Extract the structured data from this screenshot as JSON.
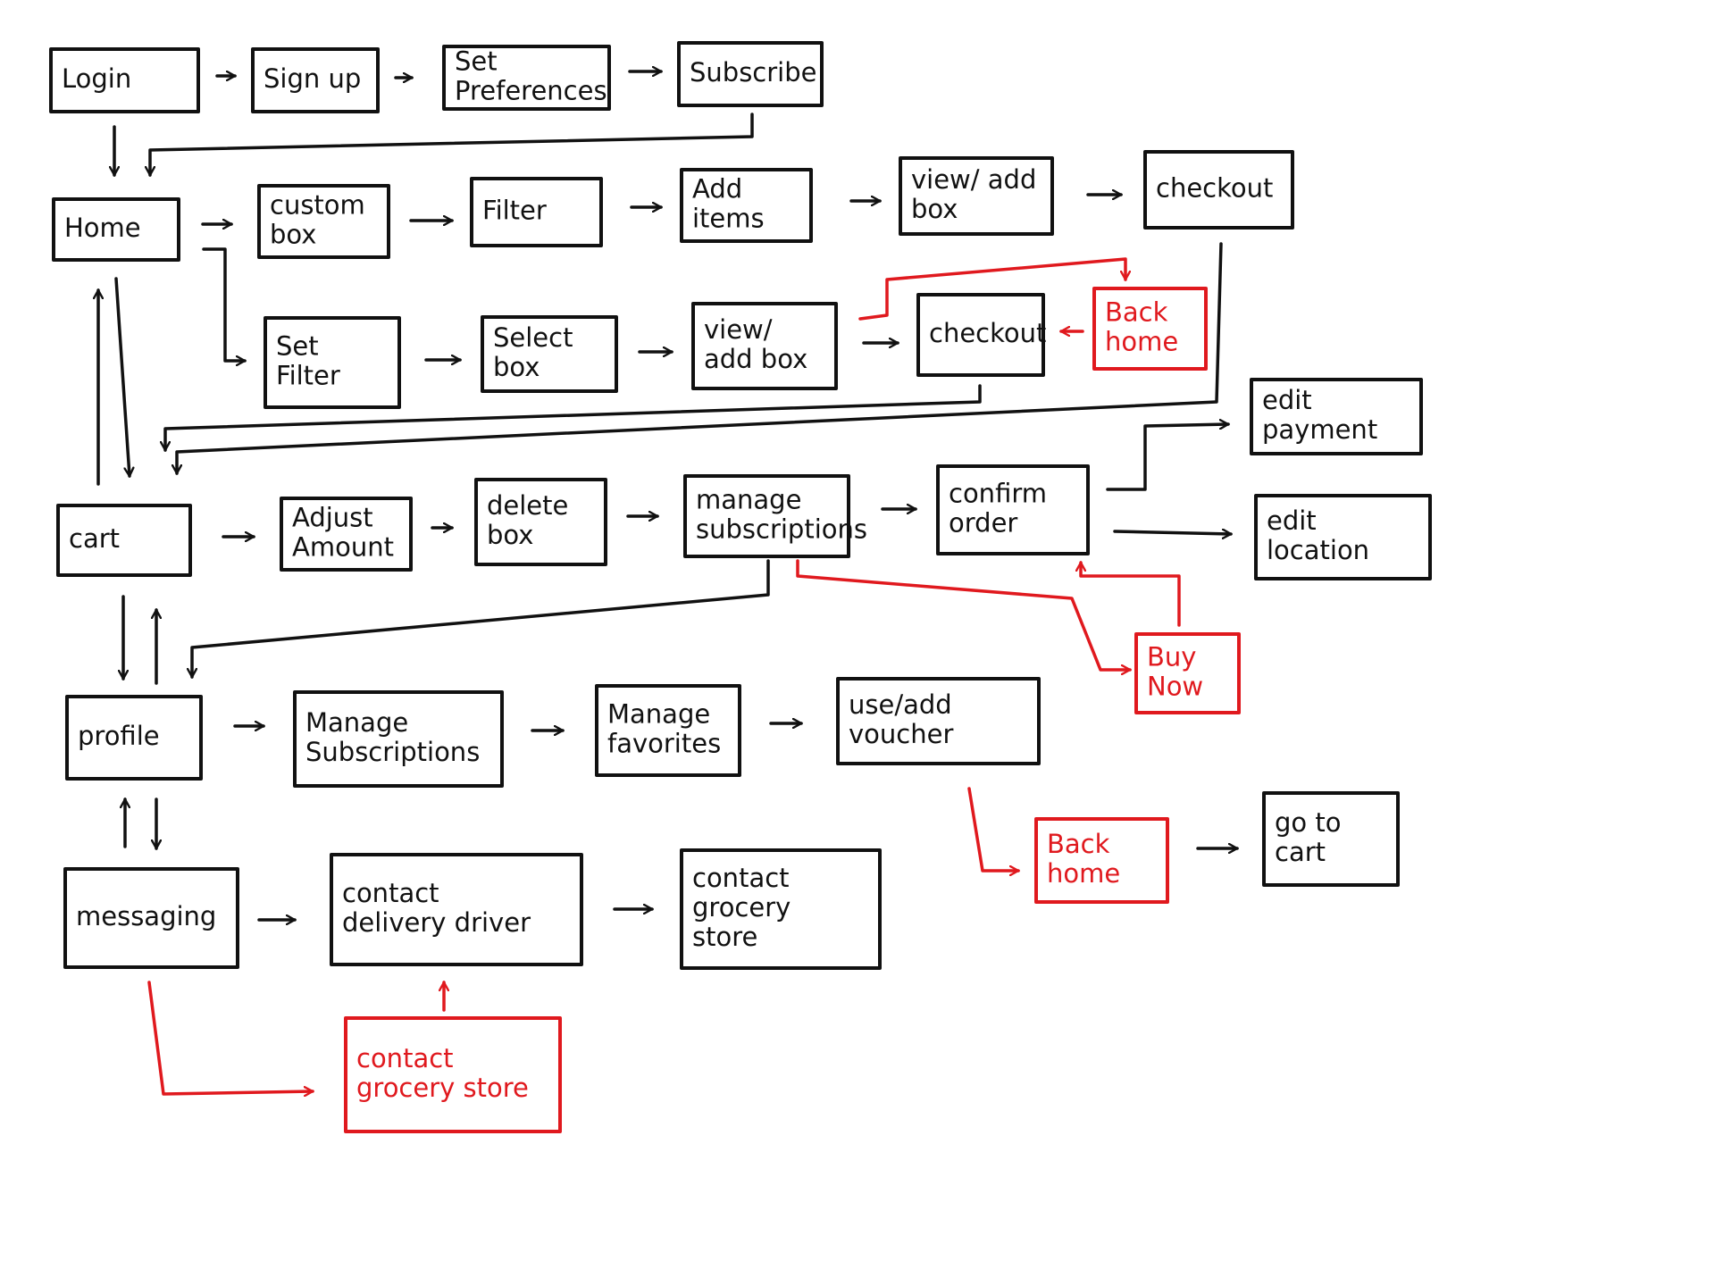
{
  "colors": {
    "ink": "#111111",
    "highlight": "#e0191e"
  },
  "nodes": {
    "login": {
      "lines": [
        "Login"
      ],
      "color": "ink"
    },
    "signup": {
      "lines": [
        "Sign up"
      ],
      "color": "ink"
    },
    "set_prefs": {
      "lines": [
        "Set",
        "Preferences"
      ],
      "color": "ink"
    },
    "subscribe": {
      "lines": [
        "Subscribe"
      ],
      "color": "ink"
    },
    "home": {
      "lines": [
        "Home"
      ],
      "color": "ink"
    },
    "custom_box": {
      "lines": [
        "custom",
        "box"
      ],
      "color": "ink"
    },
    "filter": {
      "lines": [
        "Filter"
      ],
      "color": "ink"
    },
    "add_items": {
      "lines": [
        "Add",
        "items"
      ],
      "color": "ink"
    },
    "view_add_box_1": {
      "lines": [
        "view/ add",
        "box"
      ],
      "color": "ink"
    },
    "checkout_1": {
      "lines": [
        "checkout"
      ],
      "color": "ink"
    },
    "set_filter": {
      "lines": [
        "Set",
        "Filter"
      ],
      "color": "ink"
    },
    "select_box": {
      "lines": [
        "Select",
        "box"
      ],
      "color": "ink"
    },
    "view_add_box_2": {
      "lines": [
        "view/",
        "add box"
      ],
      "color": "ink"
    },
    "checkout_2": {
      "lines": [
        "checkout"
      ],
      "color": "ink"
    },
    "back_home_1": {
      "lines": [
        "Back",
        "home"
      ],
      "color": "highlight"
    },
    "cart": {
      "lines": [
        "cart"
      ],
      "color": "ink"
    },
    "adjust_amount": {
      "lines": [
        "Adjust",
        "Amount"
      ],
      "color": "ink"
    },
    "delete_box": {
      "lines": [
        "delete",
        "box"
      ],
      "color": "ink"
    },
    "manage_subs_1": {
      "lines": [
        "manage",
        "subscriptions"
      ],
      "color": "ink"
    },
    "confirm_order": {
      "lines": [
        "confirm",
        "order"
      ],
      "color": "ink"
    },
    "edit_payment": {
      "lines": [
        "edit",
        "payment"
      ],
      "color": "ink"
    },
    "edit_location": {
      "lines": [
        "edit",
        "location"
      ],
      "color": "ink"
    },
    "buy_now": {
      "lines": [
        "Buy",
        "Now"
      ],
      "color": "highlight"
    },
    "profile": {
      "lines": [
        "profile"
      ],
      "color": "ink"
    },
    "manage_subs_2": {
      "lines": [
        "Manage",
        "Subscriptions"
      ],
      "color": "ink"
    },
    "manage_favorites": {
      "lines": [
        "Manage",
        "favorites"
      ],
      "color": "ink"
    },
    "use_add_voucher": {
      "lines": [
        "use/add",
        "voucher"
      ],
      "color": "ink"
    },
    "back_home_2": {
      "lines": [
        "Back",
        "home"
      ],
      "color": "highlight"
    },
    "go_to_cart": {
      "lines": [
        "go to",
        "cart"
      ],
      "color": "ink"
    },
    "messaging": {
      "lines": [
        "messaging"
      ],
      "color": "ink"
    },
    "contact_driver": {
      "lines": [
        "contact",
        "delivery driver"
      ],
      "color": "ink"
    },
    "contact_store_1": {
      "lines": [
        "contact",
        "grocery",
        "store"
      ],
      "color": "ink"
    },
    "contact_store_2": {
      "lines": [
        "contact",
        "grocery store"
      ],
      "color": "highlight"
    }
  },
  "edges": [
    {
      "from": "login",
      "to": "signup",
      "color": "ink"
    },
    {
      "from": "signup",
      "to": "set_prefs",
      "color": "ink"
    },
    {
      "from": "set_prefs",
      "to": "subscribe",
      "color": "ink"
    },
    {
      "from": "login",
      "to": "home",
      "color": "ink"
    },
    {
      "from": "subscribe",
      "to": "home",
      "color": "ink"
    },
    {
      "from": "home",
      "to": "custom_box",
      "color": "ink"
    },
    {
      "from": "custom_box",
      "to": "filter",
      "color": "ink"
    },
    {
      "from": "filter",
      "to": "add_items",
      "color": "ink"
    },
    {
      "from": "add_items",
      "to": "view_add_box_1",
      "color": "ink"
    },
    {
      "from": "view_add_box_1",
      "to": "checkout_1",
      "color": "ink"
    },
    {
      "from": "home",
      "to": "set_filter",
      "color": "ink"
    },
    {
      "from": "set_filter",
      "to": "select_box",
      "color": "ink"
    },
    {
      "from": "select_box",
      "to": "view_add_box_2",
      "color": "ink"
    },
    {
      "from": "view_add_box_2",
      "to": "checkout_2",
      "color": "ink"
    },
    {
      "from": "view_add_box_2",
      "to": "back_home_1",
      "color": "highlight"
    },
    {
      "from": "back_home_1",
      "to": "checkout_2",
      "color": "highlight"
    },
    {
      "from": "checkout_2",
      "to": "cart",
      "color": "ink"
    },
    {
      "from": "checkout_1",
      "to": "cart",
      "color": "ink"
    },
    {
      "from": "home",
      "to": "cart",
      "color": "ink"
    },
    {
      "from": "cart",
      "to": "home",
      "color": "ink"
    },
    {
      "from": "cart",
      "to": "adjust_amount",
      "color": "ink"
    },
    {
      "from": "adjust_amount",
      "to": "delete_box",
      "color": "ink"
    },
    {
      "from": "delete_box",
      "to": "manage_subs_1",
      "color": "ink"
    },
    {
      "from": "manage_subs_1",
      "to": "confirm_order",
      "color": "ink"
    },
    {
      "from": "confirm_order",
      "to": "edit_payment",
      "color": "ink"
    },
    {
      "from": "confirm_order",
      "to": "edit_location",
      "color": "ink"
    },
    {
      "from": "manage_subs_1",
      "to": "buy_now",
      "color": "highlight"
    },
    {
      "from": "buy_now",
      "to": "confirm_order",
      "color": "highlight"
    },
    {
      "from": "manage_subs_1",
      "to": "profile",
      "color": "ink"
    },
    {
      "from": "cart",
      "to": "profile",
      "color": "ink"
    },
    {
      "from": "profile",
      "to": "cart",
      "color": "ink"
    },
    {
      "from": "profile",
      "to": "manage_subs_2",
      "color": "ink"
    },
    {
      "from": "manage_subs_2",
      "to": "manage_favorites",
      "color": "ink"
    },
    {
      "from": "manage_favorites",
      "to": "use_add_voucher",
      "color": "ink"
    },
    {
      "from": "use_add_voucher",
      "to": "back_home_2",
      "color": "highlight"
    },
    {
      "from": "back_home_2",
      "to": "go_to_cart",
      "color": "ink"
    },
    {
      "from": "profile",
      "to": "messaging",
      "color": "ink"
    },
    {
      "from": "messaging",
      "to": "profile",
      "color": "ink"
    },
    {
      "from": "messaging",
      "to": "contact_driver",
      "color": "ink"
    },
    {
      "from": "contact_driver",
      "to": "contact_store_1",
      "color": "ink"
    },
    {
      "from": "messaging",
      "to": "contact_store_2",
      "color": "highlight"
    },
    {
      "from": "contact_store_2",
      "to": "contact_driver",
      "color": "highlight"
    }
  ]
}
